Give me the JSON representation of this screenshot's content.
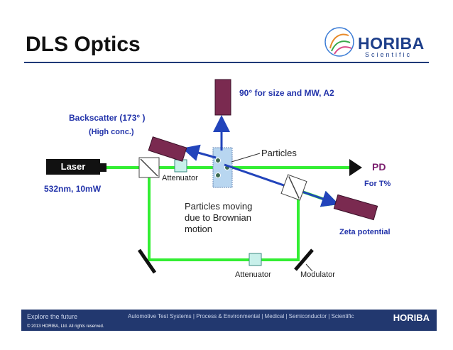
{
  "header": {
    "title": "DLS Optics",
    "logo_text": "HORIBA",
    "logo_sub": "Scientific"
  },
  "labels": {
    "ninety": "90°  for size and MW, A2",
    "backscatter": "Backscatter (173° )",
    "high_conc": "(High conc.)",
    "particles": "Particles",
    "laser": "Laser",
    "laser_spec": "532nm, 10mW",
    "attenuator_top": "Attenuator",
    "attenuator_bottom": "Attenuator",
    "modulator": "Modulator",
    "pd": "PD",
    "for_t": "For T%",
    "zeta": "Zeta potential",
    "brownian_line1": "Particles moving",
    "brownian_line2": "due to Brownian",
    "brownian_line3": "motion"
  },
  "footer": {
    "tagline": "Explore the future",
    "sectors": "Automotive Test Systems | Process & Environmental | Medical | Semiconductor | Scientific",
    "logo": "HORIBA",
    "copyright": "© 2013 HORIBA, Ltd. All rights reserved."
  },
  "colors": {
    "beam_green": "#33ee33",
    "scatter_blue": "#2244bb",
    "detector": "#7a2a50",
    "footer_bg": "#22386f"
  }
}
